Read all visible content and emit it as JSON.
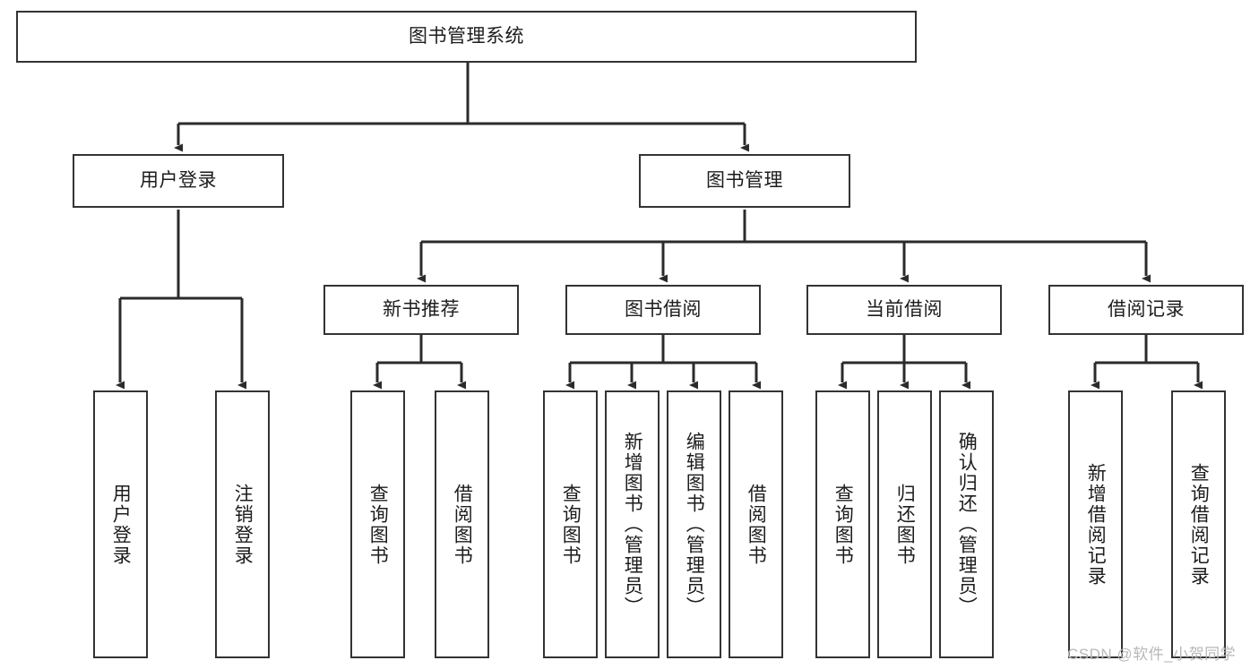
{
  "diagram": {
    "title": "图书管理系统",
    "type": "tree-hierarchy-chart",
    "watermark": "CSDN @软件_小贺同学",
    "theme": {
      "background": "#ffffff",
      "box_border": "#333333",
      "box_fill": "#ffffff",
      "edge_color": "#2b2b2b",
      "text_color": "#1c1c1c",
      "watermark_color": "#b8b8b8"
    },
    "nodes": {
      "root": {
        "label": "图书管理系统"
      },
      "level2": [
        {
          "label": "用户登录"
        },
        {
          "label": "图书管理"
        }
      ],
      "level3": [
        {
          "label": "新书推荐"
        },
        {
          "label": "图书借阅"
        },
        {
          "label": "当前借阅"
        },
        {
          "label": "借阅记录"
        }
      ],
      "leaves": {
        "user_login": [
          {
            "label": "用户登录"
          },
          {
            "label": "注销登录"
          }
        ],
        "new_book_recommend": [
          {
            "label": "查询图书"
          },
          {
            "label": "借阅图书"
          }
        ],
        "book_borrow": [
          {
            "label": "查询图书"
          },
          {
            "label": "新增图书（管理员）"
          },
          {
            "label": "编辑图书（管理员）"
          },
          {
            "label": "借阅图书"
          }
        ],
        "current_borrow": [
          {
            "label": "查询图书"
          },
          {
            "label": "归还图书"
          },
          {
            "label": "确认归还（管理员）"
          }
        ],
        "borrow_record": [
          {
            "label": "新增借阅记录"
          },
          {
            "label": "查询借阅记录"
          }
        ]
      }
    }
  }
}
